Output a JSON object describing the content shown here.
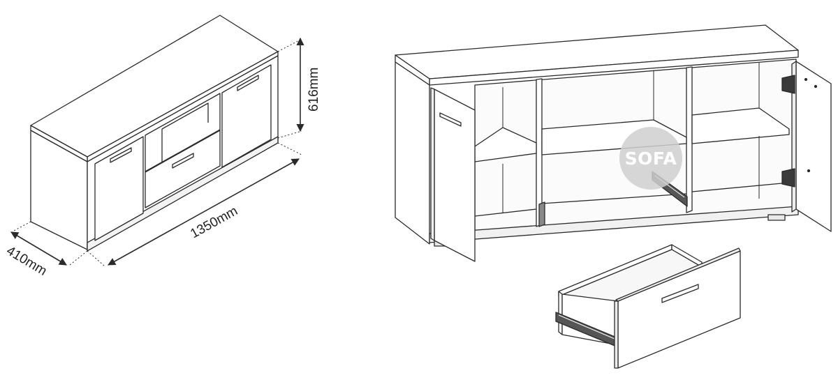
{
  "dimensions": {
    "height": "616mm",
    "width": "1350mm",
    "depth": "410mm"
  },
  "watermark": {
    "text": "SOFA",
    "color": "#cfcfcf"
  },
  "colors": {
    "line": "#2a2a2a",
    "panel": "#ffffff",
    "shade": "#f1f1f1"
  }
}
